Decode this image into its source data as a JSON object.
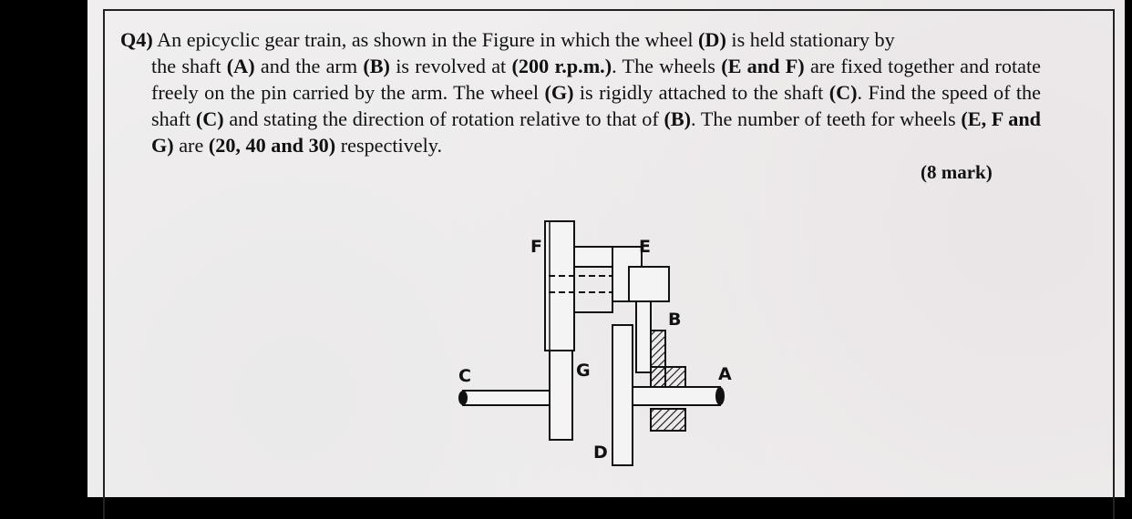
{
  "question": {
    "number": "Q4)",
    "line1_parts": [
      "An epicyclic gear train, as shown in the Figure in which the wheel ",
      "(D)",
      " is held stationary by"
    ],
    "text_parts": [
      {
        "t": "the shaft ",
        "b": false
      },
      {
        "t": "(A)",
        "b": true
      },
      {
        "t": " and the arm ",
        "b": false
      },
      {
        "t": "(B)",
        "b": true
      },
      {
        "t": " is revolved at ",
        "b": false
      },
      {
        "t": "(200 r.p.m.)",
        "b": true
      },
      {
        "t": ". The wheels ",
        "b": false
      },
      {
        "t": "(E and F)",
        "b": true
      },
      {
        "t": " are fixed together and rotate freely on the pin carried by the arm. The wheel ",
        "b": false
      },
      {
        "t": "(G)",
        "b": true
      },
      {
        "t": " is rigidly attached to the shaft ",
        "b": false
      },
      {
        "t": "(C)",
        "b": true
      },
      {
        "t": ". Find the speed of the shaft ",
        "b": false
      },
      {
        "t": "(C)",
        "b": true
      },
      {
        "t": " and stating the direction of rotation relative to that of ",
        "b": false
      },
      {
        "t": "(B)",
        "b": true
      },
      {
        "t": ". The number of teeth for wheels ",
        "b": false
      },
      {
        "t": "(E, F and G)",
        "b": true
      },
      {
        "t": " are ",
        "b": false
      },
      {
        "t": "(20, 40 and 30)",
        "b": true
      },
      {
        "t": " respectively.",
        "b": false
      }
    ],
    "mark": "(8 mark)"
  },
  "figure": {
    "labels": {
      "F": "F",
      "E": "E",
      "B": "B",
      "C": "C",
      "G": "G",
      "A": "A",
      "D": "D"
    }
  }
}
